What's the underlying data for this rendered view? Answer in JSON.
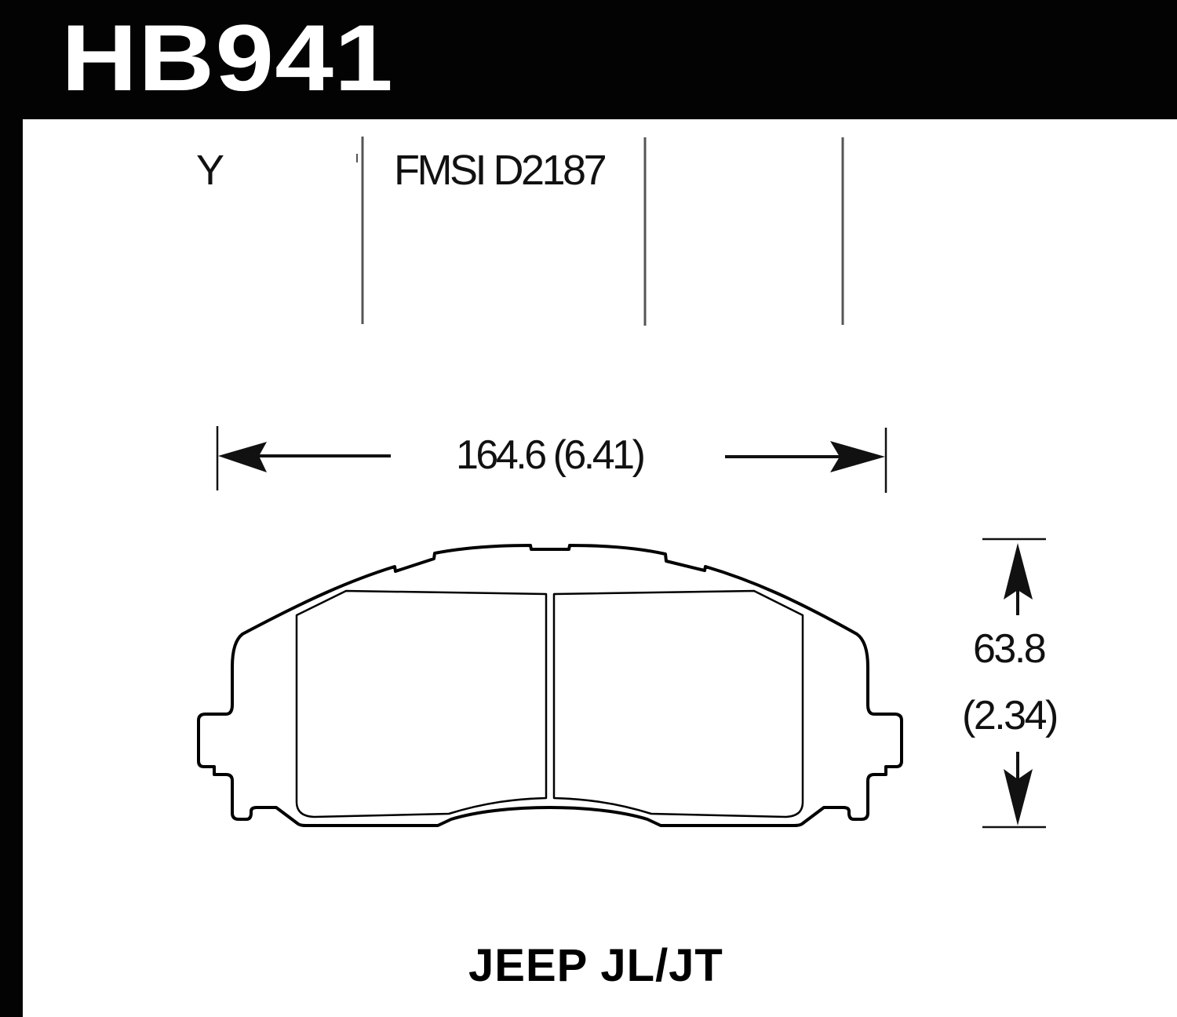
{
  "header": {
    "part_number": "HB941",
    "background_color": "#030303",
    "text_color": "#ffffff"
  },
  "spec_row": {
    "position_code": "Y",
    "fmsi": "FMSI D2187"
  },
  "dimensions": {
    "width": {
      "label": "164.6 (6.41)",
      "mm": 164.6,
      "in": 6.41
    },
    "height": {
      "mm_label": "63.8",
      "in_label": "(2.34)",
      "mm": 63.8,
      "in": 2.34
    }
  },
  "footer": {
    "vehicle": "JEEP JL/JT"
  },
  "colors": {
    "line": "#000000",
    "divider": "#555555",
    "background": "#ffffff"
  }
}
